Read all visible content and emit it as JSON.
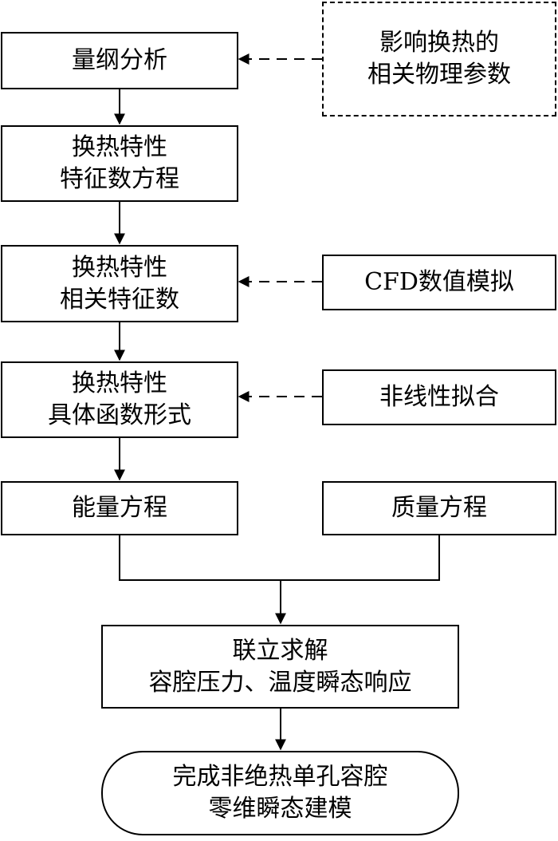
{
  "nodes": {
    "dimensional_analysis": {
      "lines": [
        "量纲分析"
      ]
    },
    "physical_params": {
      "lines": [
        "影响换热的",
        "相关物理参数"
      ]
    },
    "char_equation": {
      "lines": [
        "换热特性",
        "特征数方程"
      ]
    },
    "char_numbers": {
      "lines": [
        "换热特性",
        "相关特征数"
      ]
    },
    "cfd": {
      "lines": [
        "CFD数值模拟"
      ]
    },
    "function_form": {
      "lines": [
        "换热特性",
        "具体函数形式"
      ]
    },
    "nonlinear_fit": {
      "lines": [
        "非线性拟合"
      ]
    },
    "energy_eq": {
      "lines": [
        "能量方程"
      ]
    },
    "mass_eq": {
      "lines": [
        "质量方程"
      ]
    },
    "joint_solve": {
      "lines": [
        "联立求解",
        "容腔压力、温度瞬态响应"
      ]
    },
    "final": {
      "lines": [
        "完成非绝热单孔容腔",
        "零维瞬态建模"
      ]
    }
  },
  "colors": {
    "stroke": "#000000",
    "background": "#ffffff"
  }
}
